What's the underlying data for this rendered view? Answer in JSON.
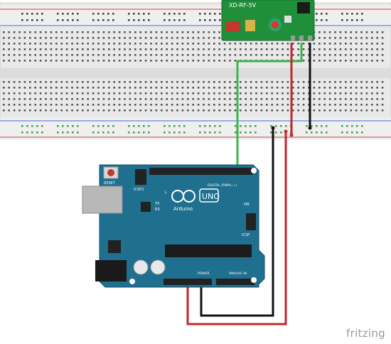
{
  "module": {
    "label": "XD-RF-5V",
    "pcb_color": "#1f8f3a",
    "crystal_color": "#e63131"
  },
  "arduino": {
    "brand": "Arduino",
    "model": "UNO",
    "reset_label": "RESET",
    "icsp2_label": "ICSP2",
    "icsp_label": "ICSP",
    "on_label": "ON",
    "tx_label": "TX",
    "rx_label": "RX",
    "l_label": "L",
    "digital_label": "DIGITAL (PWM=~)",
    "power_label": "POWER",
    "analog_label": "ANALOG IN",
    "board_color": "#1f6f8f"
  },
  "wires": {
    "data_color": "#3cb44b",
    "vcc_color": "#c1272d",
    "gnd_color": "#111111"
  },
  "breadboard": {
    "rail_red": "#d64545",
    "rail_blue": "#4a6ad6",
    "hole_green": "#38a94a"
  },
  "watermark": "fritzing"
}
